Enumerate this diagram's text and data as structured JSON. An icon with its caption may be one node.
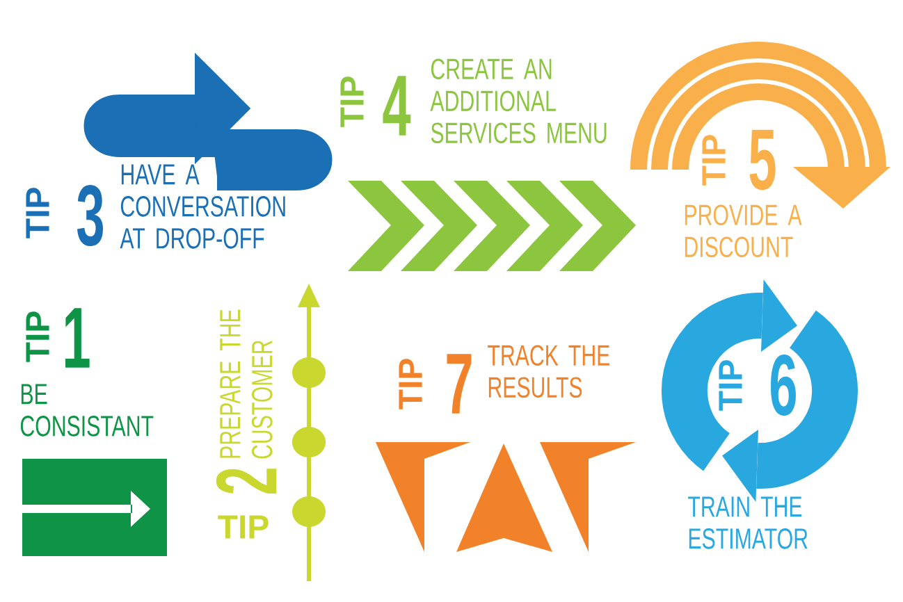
{
  "diagram": {
    "labels": [
      "TIP",
      "3",
      "HAVE A CONVERSATION AT DROP-OFF",
      "TIP",
      "4",
      "CREATE AN ADDITIONAL SERVICES MENU",
      "TIP",
      "5",
      "PROVIDE A DISCOUNT",
      "TIP",
      "1",
      "BE CONSISTANT",
      "PREPARE THE CUSTOMER",
      "2",
      "TIP",
      "TIP",
      "7",
      "TRACK THE RESULTS",
      "TIP",
      "6",
      "TRAIN THE ESTIMATOR"
    ]
  }
}
